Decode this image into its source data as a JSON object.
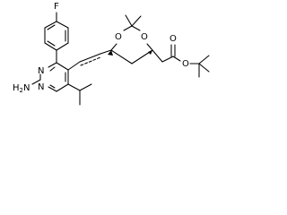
{
  "molecule": {
    "atoms": {
      "fluorine": "F",
      "amine": "H2N",
      "pyrimidine_n_upper": "N",
      "pyrimidine_n_lower": "N",
      "ring_oxygen_left": "O",
      "ring_oxygen_right": "O",
      "ester_carbonyl_oxygen": "O",
      "ester_ether_oxygen": "O"
    },
    "amine_parts": {
      "h": "H",
      "sub": "2",
      "n": "N"
    }
  }
}
